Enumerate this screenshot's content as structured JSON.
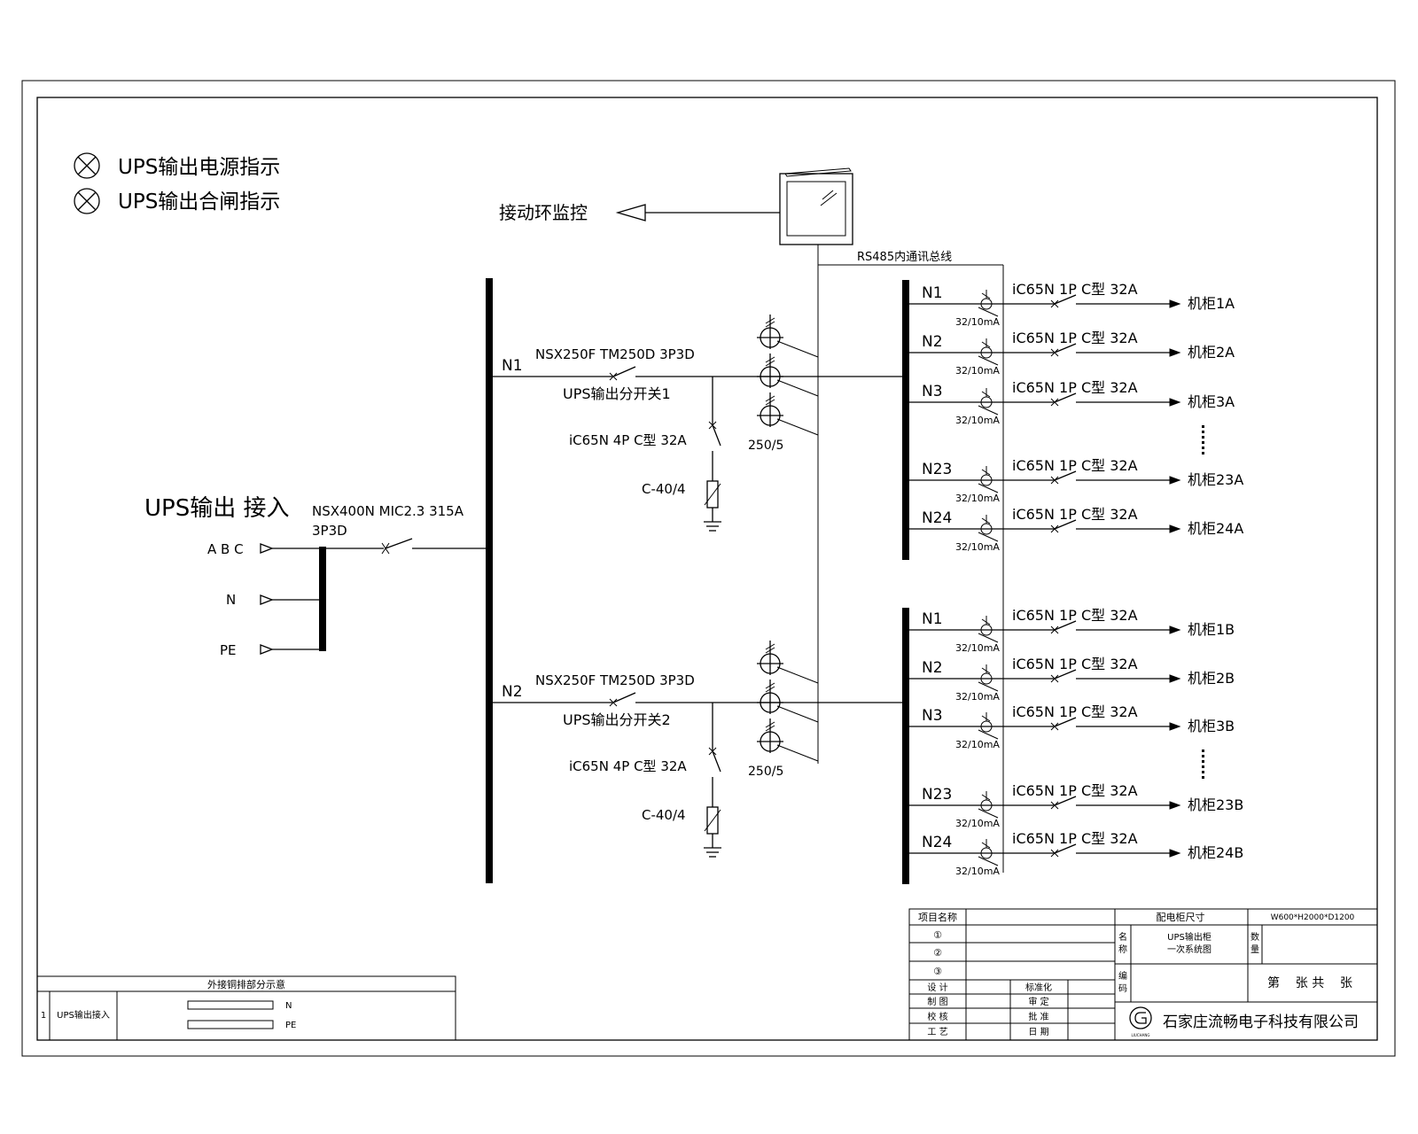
{
  "legend": [
    {
      "label": "UPS输出电源指示"
    },
    {
      "label": "UPS输出合闸指示"
    }
  ],
  "monitor": {
    "label": "接动环监控",
    "bus_label": "RS485内通讯总线"
  },
  "input": {
    "title": "UPS输出 接入",
    "breaker": "NSX400N MIC2.3 315A",
    "breaker_poles": "3P3D",
    "phase_labels": [
      "A B C",
      "N",
      "PE"
    ]
  },
  "sections": [
    {
      "bus_label": "N1",
      "breaker": "NSX250F TM250D 3P3D",
      "switch_name": "UPS输出分开关1",
      "spd_breaker": "iC65N 4P C型 32A",
      "spd": "C-40/4",
      "ct": "250/5",
      "feeders": [
        {
          "bus": "N1",
          "rcd": "32/10mA",
          "breaker": "iC65N 1P C型 32A",
          "load": "机柜1A"
        },
        {
          "bus": "N2",
          "rcd": "32/10mA",
          "breaker": "iC65N 1P C型 32A",
          "load": "机柜2A"
        },
        {
          "bus": "N3",
          "rcd": "32/10mA",
          "breaker": "iC65N 1P C型 32A",
          "load": "机柜3A"
        },
        {
          "bus": "N23",
          "rcd": "32/10mA",
          "breaker": "iC65N 1P C型 32A",
          "load": "机柜23A"
        },
        {
          "bus": "N24",
          "rcd": "32/10mA",
          "breaker": "iC65N 1P C型 32A",
          "load": "机柜24A"
        }
      ]
    },
    {
      "bus_label": "N2",
      "breaker": "NSX250F TM250D 3P3D",
      "switch_name": "UPS输出分开关2",
      "spd_breaker": "iC65N 4P C型 32A",
      "spd": "C-40/4",
      "ct": "250/5",
      "feeders": [
        {
          "bus": "N1",
          "rcd": "32/10mA",
          "breaker": "iC65N 1P C型 32A",
          "load": "机柜1B"
        },
        {
          "bus": "N2",
          "rcd": "32/10mA",
          "breaker": "iC65N 1P C型 32A",
          "load": "机柜2B"
        },
        {
          "bus": "N3",
          "rcd": "32/10mA",
          "breaker": "iC65N 1P C型 32A",
          "load": "机柜3B"
        },
        {
          "bus": "N23",
          "rcd": "32/10mA",
          "breaker": "iC65N 1P C型 32A",
          "load": "机柜23B"
        },
        {
          "bus": "N24",
          "rcd": "32/10mA",
          "breaker": "iC65N 1P C型 32A",
          "load": "机柜24B"
        }
      ]
    }
  ],
  "copper_table": {
    "title": "外接铜排部分示意",
    "row_no": "1",
    "row_label": "UPS输出接入",
    "bars": [
      "N",
      "PE"
    ]
  },
  "title_block": {
    "project_label": "项目名称",
    "project_items": [
      "①",
      "②",
      "③"
    ],
    "roles": [
      "设  计",
      "制  图",
      "校  核",
      "工  艺"
    ],
    "approvals": [
      "标准化",
      "审  定",
      "批  准",
      "日  期"
    ],
    "size_label": "配电柜尺寸",
    "size_value": "W600*H2000*D1200",
    "name_label": [
      "名",
      "称"
    ],
    "name_value": [
      "UPS输出柜",
      "一次系统图"
    ],
    "qty_label": [
      "数",
      "量"
    ],
    "code_label": [
      "编",
      "码"
    ],
    "sheet_text": "第    张 共    张",
    "company": "石家庄流畅电子科技有限公司",
    "logo_text": "LIUCHANG"
  }
}
